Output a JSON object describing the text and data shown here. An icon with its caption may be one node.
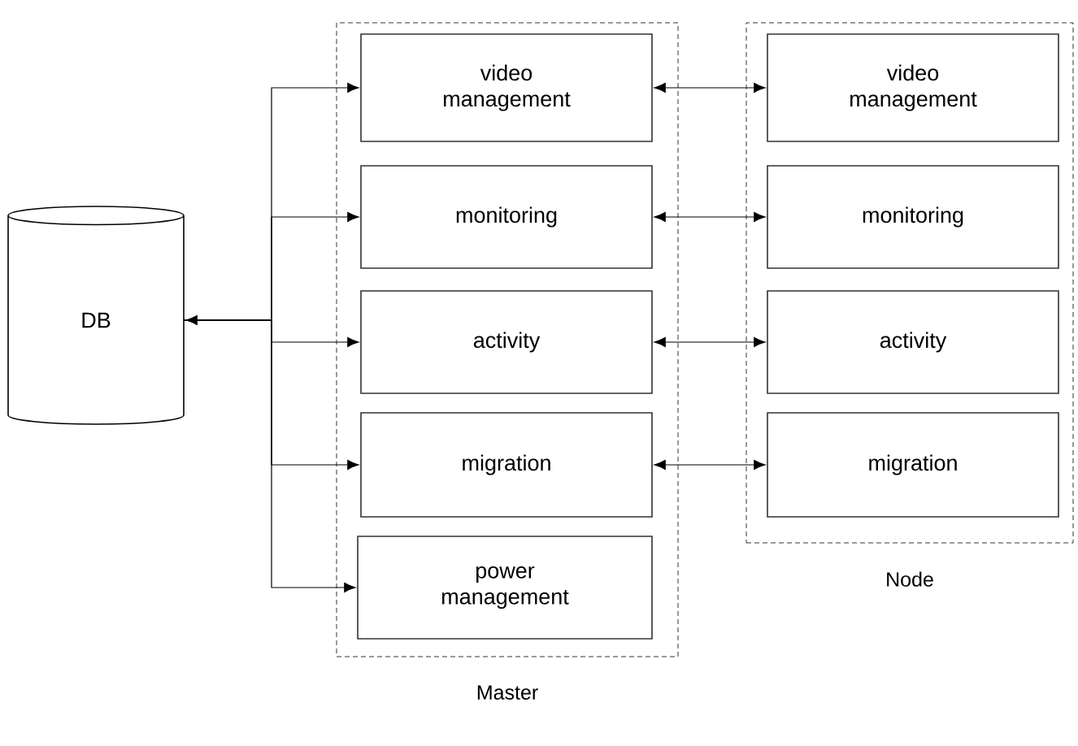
{
  "diagram": {
    "nodes": [
      {
        "text": [
          "DB"
        ]
      },
      {
        "text": [
          "Master"
        ]
      },
      {
        "text": [
          "video management"
        ],
        "in": 1
      },
      {
        "text": [
          "monitoring"
        ],
        "in": 1
      },
      {
        "text": [
          "activity"
        ],
        "in": 1
      },
      {
        "text": [
          "migration"
        ],
        "in": 1
      },
      {
        "text": [
          "power management"
        ],
        "in": 1
      },
      {
        "text": [
          "Node"
        ]
      },
      {
        "text": [
          "video management"
        ],
        "in": 7
      },
      {
        "text": [
          "monitoring"
        ],
        "in": 7
      },
      {
        "text": [
          "activity"
        ],
        "in": 7
      },
      {
        "text": [
          "migration"
        ],
        "in": 7
      }
    ],
    "edges": [
      {
        "from": 0,
        "to": 2,
        "arrow": "to"
      },
      {
        "from": 0,
        "to": 3,
        "arrow": "to"
      },
      {
        "from": 0,
        "to": 4,
        "arrow": "both"
      },
      {
        "from": 0,
        "to": 5,
        "arrow": "to"
      },
      {
        "from": 0,
        "to": 6,
        "arrow": "to"
      },
      {
        "from": 2,
        "to": 8,
        "arrow": "both"
      },
      {
        "from": 3,
        "to": 9,
        "arrow": "both"
      },
      {
        "from": 4,
        "to": 10,
        "arrow": "both"
      },
      {
        "from": 5,
        "to": 11,
        "arrow": "both"
      }
    ]
  }
}
